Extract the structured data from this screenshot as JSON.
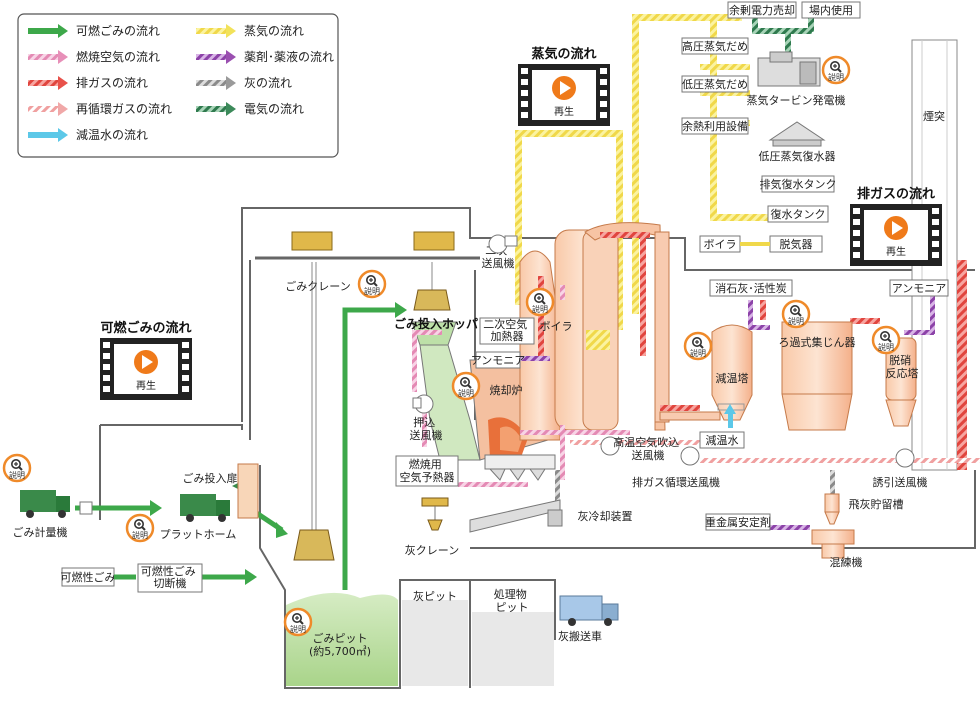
{
  "legend": {
    "items": [
      {
        "label": "可燃ごみの流れ",
        "color": "#3da84a",
        "style": "solid"
      },
      {
        "label": "蒸気の流れ",
        "color": "#f2e25a",
        "style": "hatch"
      },
      {
        "label": "燃焼空気の流れ",
        "color": "#e78fb8",
        "style": "hatch"
      },
      {
        "label": "薬剤･薬液の流れ",
        "color": "#9a4fb0",
        "style": "hatch"
      },
      {
        "label": "排ガスの流れ",
        "color": "#e8514a",
        "style": "hatch"
      },
      {
        "label": "灰の流れ",
        "color": "#9a9a9a",
        "style": "hatch"
      },
      {
        "label": "再循環ガスの流れ",
        "color": "#f0a8a8",
        "style": "hatch"
      },
      {
        "label": "電気の流れ",
        "color": "#3c8a5a",
        "style": "hatch"
      },
      {
        "label": "減温水の流れ",
        "color": "#5cc8e8",
        "style": "solid"
      }
    ]
  },
  "videos": {
    "steam": {
      "title": "蒸気の流れ",
      "play_label": "再生"
    },
    "exhaust": {
      "title": "排ガスの流れ",
      "play_label": "再生"
    },
    "waste": {
      "title": "可燃ごみの流れ",
      "play_label": "再生"
    }
  },
  "zoom_label": "説明",
  "labels": {
    "surplus_power": "余剰電力売却",
    "in_plant": "場内使用",
    "hp_steam_header": "高圧蒸気だめ",
    "lp_steam_header": "低圧蒸気だめ",
    "waste_heat": "余熱利用設備",
    "turbine": "蒸気タービン発電機",
    "chimney": "煙突",
    "lp_condenser": "低圧蒸気復水器",
    "exhaust_tank": "排気復水タンク",
    "condensate_tank": "復水タンク",
    "boiler_small": "ボイラ",
    "deaerator": "脱気器",
    "crane": "ごみクレーン",
    "secondary_fan": "二次\n送風機",
    "hopper": "ごみ投入ホッパ",
    "secondary_heater": "二次空気\n加熱器",
    "boiler": "ボイラ",
    "lime": "消石灰･活性炭",
    "ammonia_top": "アンモニア",
    "ammonia_mid": "アンモニア",
    "cooling_tower": "減温塔",
    "bag_filter": "ろ過式集じん器",
    "denox": "脱硝\n反応塔",
    "furnace": "焼却炉",
    "push_fan": "押込\n送風機",
    "hot_gas_fan": "高温空気吹込\n送風機",
    "cooling_water": "減温水",
    "combustion_preheater": "燃焼用\n空気予熱器",
    "recirc_fan": "排ガス循環送風機",
    "induced_fan": "誘引送風機",
    "fly_ash_tank": "飛灰貯留槽",
    "scale": "ごみ計量機",
    "platform": "プラットホーム",
    "entry_door": "ごみ投入扉",
    "ash_crane": "灰クレーン",
    "ash_cooler": "灰冷却装置",
    "heavy_metal": "重金属安定剤",
    "mixer": "混練機",
    "combustible": "可燃性ごみ",
    "crusher": "可燃性ごみ\n切断機",
    "waste_pit": "ごみピット\n(約5,700㎥)",
    "ash_pit": "灰ピット",
    "residue_pit": "処理物\nピット",
    "ash_truck": "灰搬送車"
  }
}
